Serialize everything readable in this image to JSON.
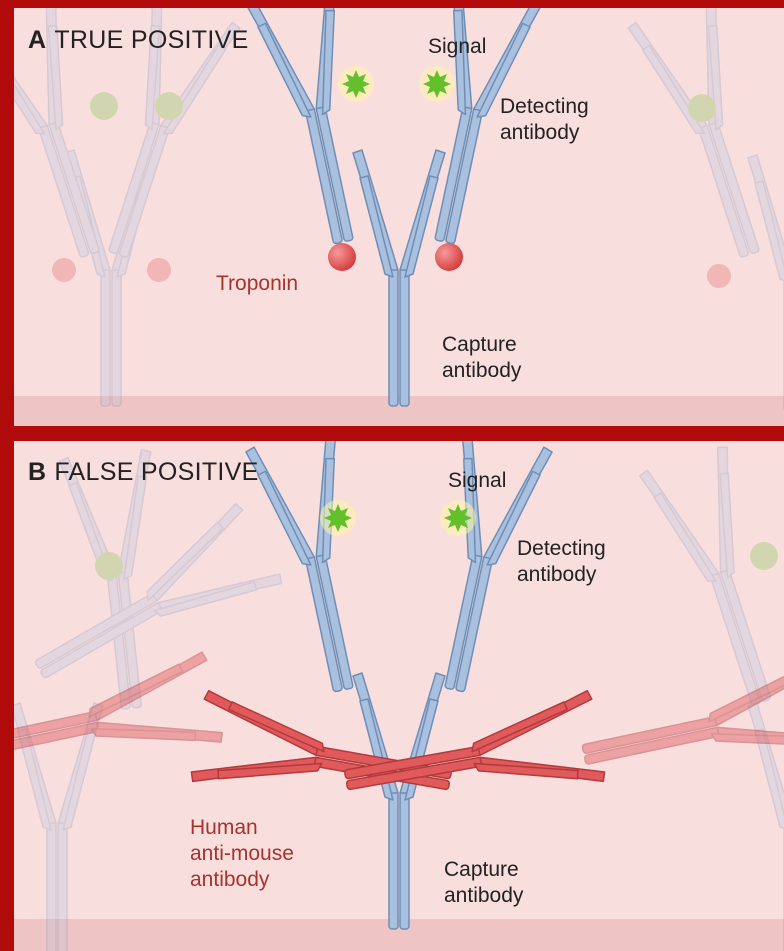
{
  "panel_a": {
    "letter": "A",
    "title": "TRUE POSITIVE",
    "signal": "Signal",
    "detecting_1": "Detecting",
    "detecting_2": "antibody",
    "troponin": "Troponin",
    "capture_1": "Capture",
    "capture_2": "antibody"
  },
  "panel_b": {
    "letter": "B",
    "title": "FALSE POSITIVE",
    "signal": "Signal",
    "detecting_1": "Detecting",
    "detecting_2": "antibody",
    "human_1": "Human",
    "human_2": "anti-mouse",
    "human_3": "antibody",
    "capture_1": "Capture",
    "capture_2": "antibody"
  },
  "colors": {
    "border": "#b00a0a",
    "panel_bg": "#f9dede",
    "antibody_blue": "#a9c1de",
    "antibody_red": "#e0595b",
    "troponin_red": "#de4444",
    "signal_green": "#63c02a",
    "label_red": "#a8332c"
  }
}
